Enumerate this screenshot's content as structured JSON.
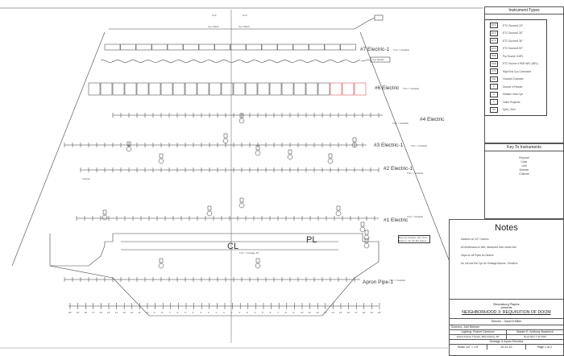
{
  "drawing": {
    "electrics": [
      {
        "name": "#7 Electric-1",
        "trim": "Trim = Variable"
      },
      {
        "name": "#6 Electric",
        "trim": "Trim = Variable"
      },
      {
        "name": "#4 Electric",
        "trim": "Trim = Variable"
      },
      {
        "name": "#3 Electric-1",
        "trim": "Trim = Variable"
      },
      {
        "name": "#2 Electric-1",
        "trim": "Trim = Variable"
      },
      {
        "name": "#1 Electric",
        "trim": "Trim = Variable"
      },
      {
        "name": "Apron Pipe-1",
        "trim": "Trim = Variable"
      }
    ],
    "top_units": [
      {
        "label": "C12",
        "purpose": "Cyc Wash"
      },
      {
        "label": "C13",
        "purpose": "Cyc Wash"
      }
    ],
    "cyc_label": "Cyc Border",
    "boom_note": "Boomer Position (No Trim) Bottom: 20' Oft Bot Stand",
    "trim_note": "Trim - Onstage Pit",
    "center_symbol": "CL",
    "plaster_symbol": "PL",
    "vertical": "Vertical",
    "scale_numbers": [
      "20'",
      "19'",
      "18'",
      "17'",
      "16'",
      "15'",
      "14'",
      "13'",
      "12'",
      "11'",
      "10'",
      "9'",
      "8'",
      "7'",
      "6'",
      "5'",
      "4'",
      "3'",
      "2'",
      "1'",
      "0",
      "1'",
      "2'",
      "3'",
      "4'",
      "5'",
      "6'",
      "7'",
      "8'",
      "9'",
      "10'",
      "11'",
      "12'",
      "13'",
      "14'",
      "15'",
      "16'",
      "17'",
      "18'",
      "19'",
      "20'"
    ]
  },
  "instrument_types": {
    "title": "Instrument Types",
    "items": [
      {
        "symbol": "ETC",
        "label": "ETC Source4 19°"
      },
      {
        "symbol": "ETC",
        "label": "ETC Source4 26°"
      },
      {
        "symbol": "ETC",
        "label": "ETC Source4 36°"
      },
      {
        "symbol": "ETC",
        "label": "ETC Source4 50°"
      },
      {
        "symbol": "PAR",
        "label": "Par Source 4 MFL"
      },
      {
        "symbol": "PAR",
        "label": "ETC Source 4 PAR WFL (MFL)"
      },
      {
        "symbol": "CYC",
        "label": "High End Cyc Connector"
      },
      {
        "symbol": "CH",
        "label": "Chauvet Colorado"
      },
      {
        "symbol": "F",
        "label": "Source 4 Fresnel"
      },
      {
        "symbol": "S",
        "label": "Selador Vivid Cyc"
      },
      {
        "symbol": "V",
        "label": "Video Projector"
      },
      {
        "symbol": "SP",
        "label": "Spec_Tech"
      }
    ]
  },
  "key": {
    "title": "Key To Instruments",
    "items": [
      "Purpose",
      "Color",
      "Unit",
      "Dimmer",
      "Channel"
    ]
  },
  "notes": {
    "title": "Notes",
    "items": [
      "Hatches on 1/2\" Centers",
      "All dimensions in feet, measured from center line",
      "Gaps on all Pipes at Centers",
      "Do not use the Cyc for Onstage Booms - Electrics"
    ]
  },
  "title_block": {
    "company": "Bloomsburg Players",
    "presents": "presents",
    "show": "NEIGHBORHOOD 3: REQUISITION OF DOOM",
    "director": "Director - David A Miller",
    "scenery": "Scenery: Joel Wehner",
    "lighting": "Lighting: Robert Carelone",
    "master": "Master E: Anthony Braderick",
    "venue": "Alvina Krause Theatre, Bloomsburg, PA",
    "dates": "November 7-11 2013",
    "sheet": "Onstage & Apron Electrics",
    "scale": "Scale 1/2\" = 1'0\"",
    "date": "10-11-13",
    "page": "Page 1 of 2"
  }
}
